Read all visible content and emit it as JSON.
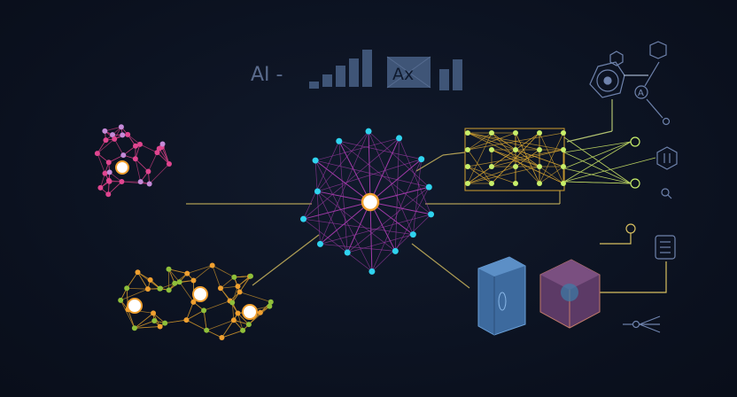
{
  "header": {
    "title": "AI -",
    "badge_label": "Ax"
  },
  "icons": {
    "agent_label": "A",
    "items": [
      "chip-icon",
      "cube-outline-icon",
      "gear-icon",
      "check-icon",
      "info-icon",
      "adjust-icon",
      "search-icon",
      "document-list-icon",
      "server-icon",
      "cube-icon"
    ]
  },
  "colors": {
    "background": "#0c1322",
    "pink_cluster": "#e0458f",
    "orange_cluster": "#f0a030",
    "green_cluster": "#8fbf3a",
    "cyan_hub": "#2fd3ef",
    "hub_edges": "#a03aa8",
    "grid_nodes": "#c8ef6a",
    "grid_edges": "#d0a030",
    "connector": "#d8c060",
    "icon_stroke": "#6f83ad",
    "server": "#4a7fb8",
    "cube": "#8a4f8a"
  }
}
